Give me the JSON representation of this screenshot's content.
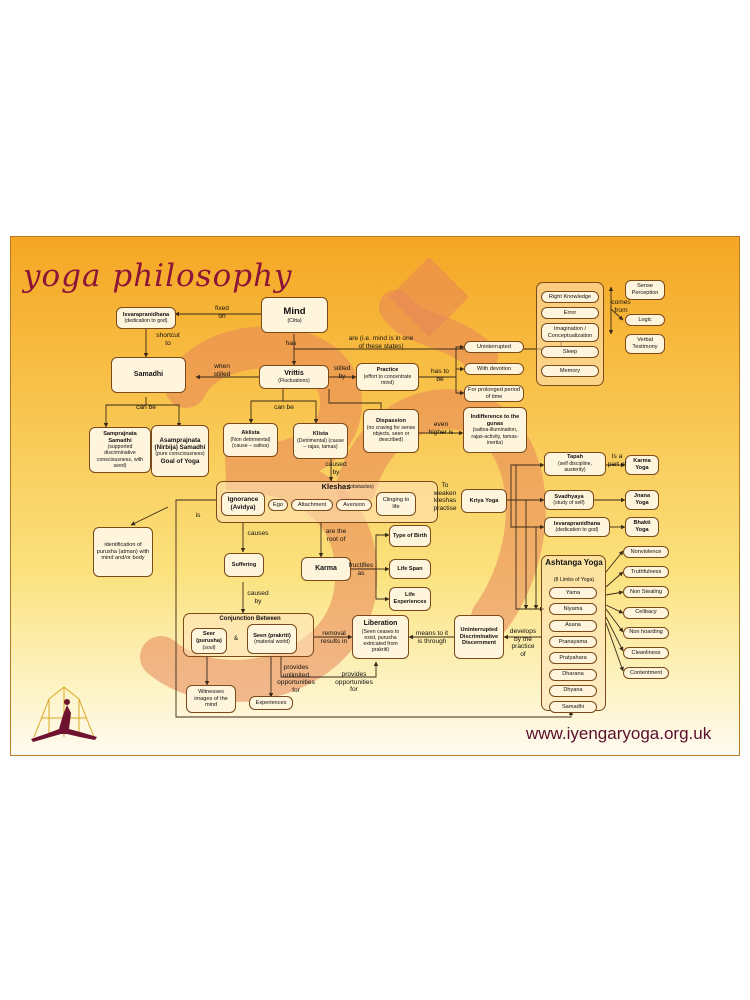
{
  "title": "yoga philosophy",
  "url": "www.iyengaryoga.org.uk",
  "colors": {
    "accent": "#8b1538",
    "om": "#e8855a",
    "box_bg": "#fff4dc",
    "panel_bg": "#ffe4be"
  },
  "icons": {
    "om": "om-symbol-icon",
    "logo": "yoga-pose-logo-icon"
  },
  "nodes": {
    "mind": {
      "title": "Mind",
      "sub": "(Citta)"
    },
    "isvara_top": {
      "title": "Isvarapranidhana",
      "sub": "(dedication to god)"
    },
    "samadhi": {
      "title": "Samadhi"
    },
    "vrittis": {
      "title": "Vrittis",
      "sub": "(Fluctuations)"
    },
    "practice": {
      "title": "Practice",
      "sub": "(effort to concentrate mind)"
    },
    "uninterrupted": {
      "title": "Uninterrupted"
    },
    "with_devotion": {
      "title": "With devotion"
    },
    "prolonged": {
      "title": "For prolonged period of time"
    },
    "right_knowledge": {
      "title": "Right Knowledge"
    },
    "error": {
      "title": "Error"
    },
    "imagination": {
      "title": "Imagination / Conceptualization"
    },
    "sleep": {
      "title": "Sleep"
    },
    "memory": {
      "title": "Memory"
    },
    "sense_perception": {
      "title": "Sense Perception"
    },
    "logic": {
      "title": "Logic"
    },
    "verbal_testimony": {
      "title": "Verbal Testimony"
    },
    "samprajnata": {
      "title": "Samprajnata Samadhi",
      "sub": "(supported discriminative consciousness, with seed)"
    },
    "asamprajnata": {
      "title": "Asamprajnata (Nirbija) Samadhi",
      "sub": "(pure consciousness)",
      "extra": "Goal of Yoga"
    },
    "aklista": {
      "title": "Aklista",
      "sub": "(Non detrimental) (cause – sattva)"
    },
    "klista": {
      "title": "Klista",
      "sub": "(Detrimental) (cause – rajas, tamas)"
    },
    "dispassion": {
      "title": "Dispassion",
      "sub": "(no craving for sense objects, seen or described)"
    },
    "indifference": {
      "title": "Indifference to the gunas",
      "sub": "(sattva-illumination, rajas-activity, tamas-inertia)"
    },
    "kleshas": {
      "title": "Kleshas",
      "sub": "(obstacles)"
    },
    "ignorance": {
      "title": "Ignorance (Avidya)"
    },
    "ego": {
      "title": "Ego"
    },
    "attachment": {
      "title": "Attachment"
    },
    "aversion": {
      "title": "Aversion"
    },
    "clinging": {
      "title": "Clinging to life"
    },
    "kriya": {
      "title": "Kriya Yoga"
    },
    "tapah": {
      "title": "Tapah",
      "sub": "(self discipline, austerity)"
    },
    "svadhyaya": {
      "title": "Svadhyaya",
      "sub": "(study of self)"
    },
    "isvara_right": {
      "title": "Isvarapranidhana",
      "sub": "(dedication to god)"
    },
    "karma_yoga": {
      "title": "Karma Yoga"
    },
    "jnana_yoga": {
      "title": "Jnana Yoga"
    },
    "bhakti_yoga": {
      "title": "Bhakti Yoga"
    },
    "identification": {
      "title": "identification of purusha (atman) with mind and/or body"
    },
    "suffering": {
      "title": "Suffering"
    },
    "karma": {
      "title": "Karma"
    },
    "type_of_birth": {
      "title": "Type of Birth"
    },
    "life_span": {
      "title": "Life Span"
    },
    "life_experiences": {
      "title": "Life Experiences"
    },
    "conjunction": {
      "title": "Conjunction Between"
    },
    "seer": {
      "title": "Seer (purusha)",
      "sub": "(soul)"
    },
    "seen": {
      "title": "Seen (prakriti)",
      "sub": "(material world)"
    },
    "liberation": {
      "title": "Liberation",
      "sub": "(Seen ceases to exist, purusha extricated from prakriti)"
    },
    "udd": {
      "title": "Uninterrupted Discriminative Discernment"
    },
    "witnesses": {
      "title": "Witnesses images of the mind"
    },
    "experiences": {
      "title": "Experiences"
    },
    "ashtanga": {
      "title": "Ashtanga Yoga",
      "sub": "(8 Limbs of Yoga)"
    }
  },
  "limbs": [
    "Yama",
    "Niyama",
    "Asana",
    "Pranayama",
    "Pratyahara",
    "Dharana",
    "Dhyana",
    "Samadhi"
  ],
  "yamas": [
    "Nonviolence",
    "Truthfulness",
    "Non Stealing",
    "Celibacy",
    "Non hoarding",
    "Cleanliness",
    "Contentment"
  ],
  "labels": {
    "fixed_on": "fixed\non",
    "shortcut": "shortcut\nto",
    "has": "has",
    "are_ie": "are (i.e. mind is in one\nof these states)",
    "when_stilled": "when\nstilled",
    "stilled_by": "stilled\nby",
    "has_to_be": "has to\nbe",
    "comes_from": "comes\nfrom",
    "can_be_left": "can be",
    "can_be_mid": "can be",
    "even_higher": "even\nhigher is",
    "caused_by": "caused\nby",
    "is_a_part_of": "Is a\npart of",
    "to_weaken": "To\nweaken\nkleshas\npractise",
    "is": "is",
    "causes": "causes",
    "are_root": "are the\nroot of",
    "fructifies": "fructifies\nas",
    "caused_by_2": "caused\nby",
    "removal": "removal\nresults in",
    "means_to": "means to it\nis through",
    "develops": "develops\nby the\npractice\nof",
    "provides_unlimited": "provides\nunlimited\nopportunities\nfor",
    "provides_opps": "provides\nopportunities\nfor",
    "amp": "&"
  }
}
